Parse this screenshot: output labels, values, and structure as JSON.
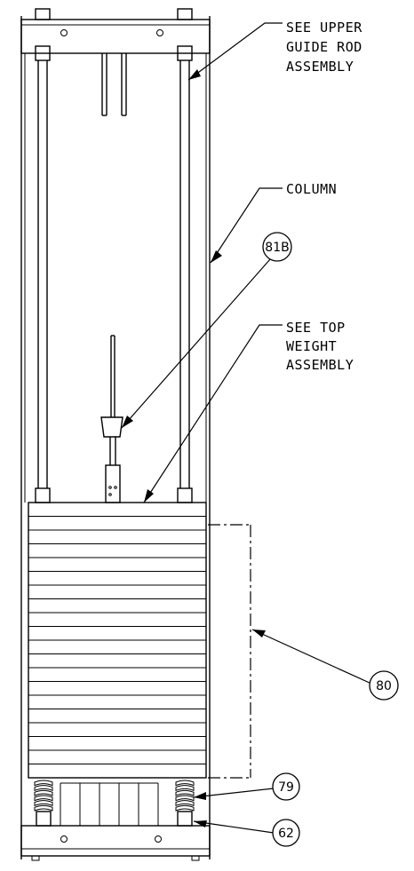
{
  "callouts": {
    "upper_guide_rod": [
      "SEE UPPER",
      "GUIDE ROD",
      "ASSEMBLY"
    ],
    "column": "COLUMN",
    "top_weight": [
      "SEE TOP",
      "WEIGHT",
      "ASSEMBLY"
    ]
  },
  "part_numbers": {
    "selector_pin": "81B",
    "weight_stack": "80",
    "spring": "79",
    "base_bracket": "62"
  }
}
